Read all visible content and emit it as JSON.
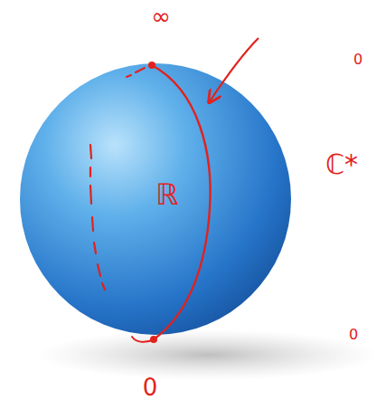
{
  "diagram": {
    "labels": [
      "∞",
      "ℝ",
      "ℂ*",
      "0",
      "0",
      "0"
    ]
  }
}
